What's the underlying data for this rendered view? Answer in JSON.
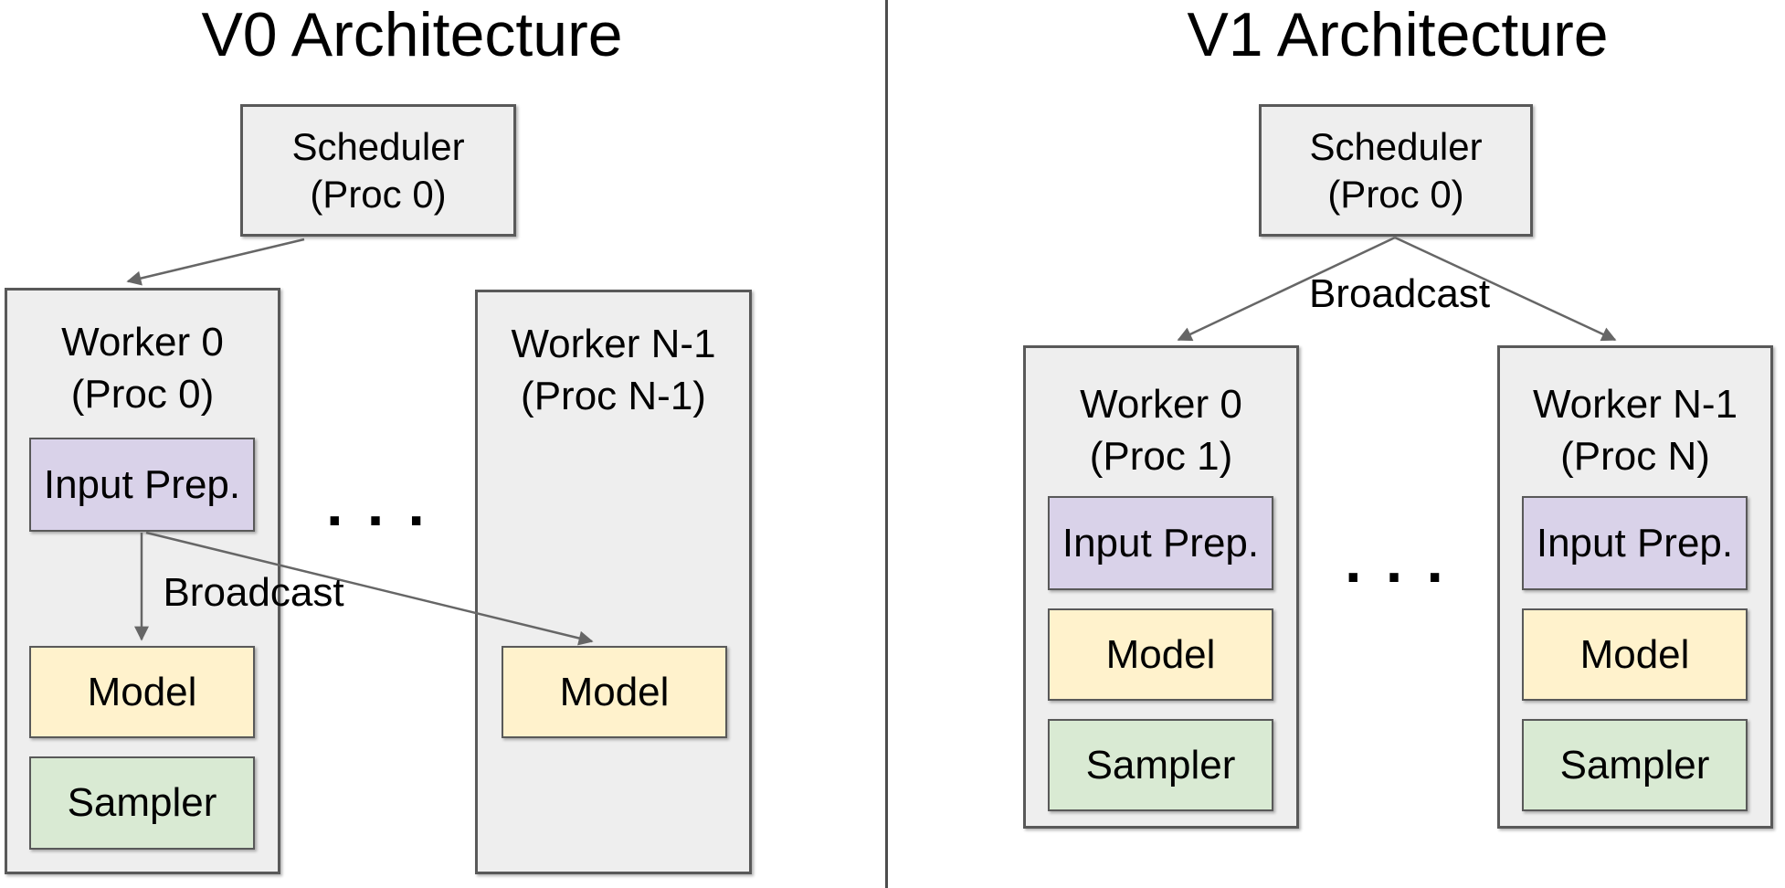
{
  "panels": [
    {
      "title": "V0 Architecture",
      "scheduler": {
        "line1": "Scheduler",
        "line2": "(Proc 0)"
      },
      "broadcast_label": "Broadcast",
      "dots": ". . .",
      "workers": [
        {
          "line1": "Worker 0",
          "line2": "(Proc 0)",
          "input_prep": "Input Prep.",
          "model": "Model",
          "sampler": "Sampler"
        },
        {
          "line1": "Worker N-1",
          "line2": "(Proc N-1)",
          "model": "Model"
        }
      ]
    },
    {
      "title": "V1 Architecture",
      "scheduler": {
        "line1": "Scheduler",
        "line2": "(Proc 0)"
      },
      "broadcast_label": "Broadcast",
      "dots": ". . .",
      "workers": [
        {
          "line1": "Worker 0",
          "line2": "(Proc 1)",
          "input_prep": "Input Prep.",
          "model": "Model",
          "sampler": "Sampler"
        },
        {
          "line1": "Worker N-1",
          "line2": "(Proc N)",
          "input_prep": "Input Prep.",
          "model": "Model",
          "sampler": "Sampler"
        }
      ]
    }
  ],
  "colors": {
    "container_fill": "#eeeeee",
    "box_border": "#595959",
    "input_prep_fill": "#d9d2e9",
    "model_fill": "#fff2cc",
    "sampler_fill": "#d9ead3",
    "arrow": "#666666",
    "divider": "#4d4d4d",
    "text": "#000000",
    "background": "#ffffff"
  }
}
